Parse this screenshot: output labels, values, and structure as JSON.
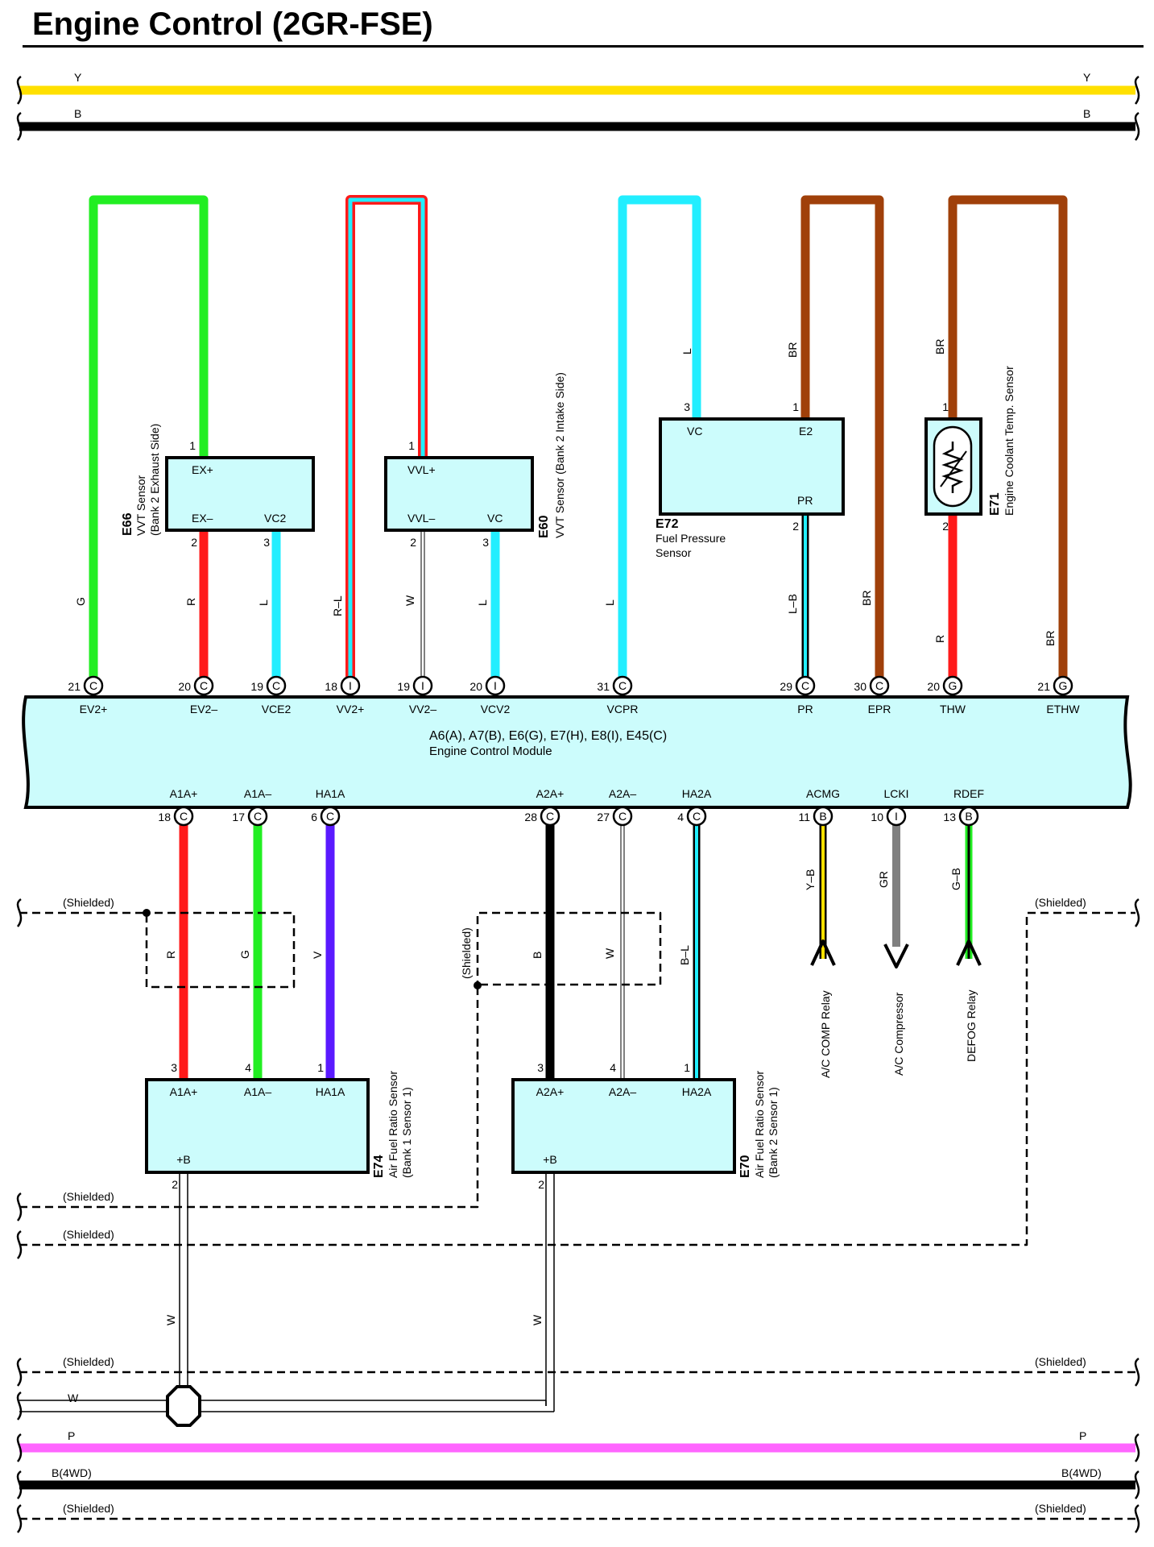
{
  "title": "Engine Control (2GR-FSE)",
  "colors": {
    "Y": "#ffe000",
    "B": "#000000",
    "G": "#22ee22",
    "R": "#ff1a1a",
    "L": "#22eeff",
    "W": "#ffffff",
    "BR": "#a0400a",
    "V": "#5a1aff",
    "GR": "#808080",
    "P": "#ff66ff",
    "box_fill": "#ccfcfc"
  },
  "buses": {
    "top_y": "Y",
    "top_b": "B",
    "bottom_p": "P",
    "bottom_b4wd": "B(4WD)",
    "shielded": "(Shielded)",
    "w": "W"
  },
  "ecm": {
    "name": "A6(A), A7(B), E6(G), E7(H), E8(I), E45(C)",
    "desc": "Engine Control Module",
    "top_pins": [
      {
        "num": "21",
        "conn": "C",
        "label": "EV2+",
        "wire": "G"
      },
      {
        "num": "20",
        "conn": "C",
        "label": "EV2–",
        "wire": "R"
      },
      {
        "num": "19",
        "conn": "C",
        "label": "VCE2",
        "wire": "L"
      },
      {
        "num": "18",
        "conn": "I",
        "label": "VV2+",
        "wire": "R–L"
      },
      {
        "num": "19",
        "conn": "I",
        "label": "VV2–",
        "wire": "W"
      },
      {
        "num": "20",
        "conn": "I",
        "label": "VCV2",
        "wire": "L"
      },
      {
        "num": "31",
        "conn": "C",
        "label": "VCPR",
        "wire": "L"
      },
      {
        "num": "29",
        "conn": "C",
        "label": "PR",
        "wire": "L–B"
      },
      {
        "num": "30",
        "conn": "C",
        "label": "EPR",
        "wire": "BR"
      },
      {
        "num": "20",
        "conn": "G",
        "label": "THW",
        "wire": "R"
      },
      {
        "num": "21",
        "conn": "G",
        "label": "ETHW",
        "wire": "BR"
      }
    ],
    "bottom_pins": [
      {
        "num": "18",
        "conn": "C",
        "label": "A1A+",
        "wire": "R"
      },
      {
        "num": "17",
        "conn": "C",
        "label": "A1A–",
        "wire": "G"
      },
      {
        "num": "6",
        "conn": "C",
        "label": "HA1A",
        "wire": "V"
      },
      {
        "num": "28",
        "conn": "C",
        "label": "A2A+",
        "wire": "B"
      },
      {
        "num": "27",
        "conn": "C",
        "label": "A2A–",
        "wire": "W"
      },
      {
        "num": "4",
        "conn": "C",
        "label": "HA2A",
        "wire": "B–L"
      },
      {
        "num": "11",
        "conn": "B",
        "label": "ACMG",
        "wire": "Y–B"
      },
      {
        "num": "10",
        "conn": "I",
        "label": "LCKI",
        "wire": "GR"
      },
      {
        "num": "13",
        "conn": "B",
        "label": "RDEF",
        "wire": "G–B"
      }
    ]
  },
  "components": {
    "e66": {
      "id": "E66",
      "name": "VVT Sensor",
      "sub": "(Bank 2 Exhaust Side)",
      "pins": [
        "EX+",
        "EX–",
        "VC2"
      ],
      "pin_nums": [
        "1",
        "2",
        "3"
      ],
      "wire_top": "G"
    },
    "e60": {
      "id": "E60",
      "name": "VVT Sensor (Bank 2 Intake Side)",
      "pins": [
        "VVL+",
        "VVL–",
        "VC"
      ],
      "pin_nums": [
        "1",
        "2",
        "3"
      ]
    },
    "e72": {
      "id": "E72",
      "name": "Fuel Pressure",
      "sub": "Sensor",
      "pins": [
        "VC",
        "E2",
        "PR"
      ],
      "pin_nums": [
        "3",
        "1",
        "2"
      ],
      "wire_vc": "L",
      "wire_e2": "BR"
    },
    "e71": {
      "id": "E71",
      "name": "Engine Coolant Temp.  Sensor",
      "pin_nums": [
        "1",
        "2"
      ],
      "wire_top": "BR"
    },
    "e74": {
      "id": "E74",
      "name": "Air Fuel Ratio Sensor",
      "sub": "(Bank 1 Sensor 1)",
      "pins": [
        "A1A+",
        "A1A–",
        "HA1A",
        "+B"
      ],
      "pin_nums": [
        "3",
        "4",
        "1",
        "2"
      ]
    },
    "e70": {
      "id": "E70",
      "name": "Air Fuel Ratio Sensor",
      "sub": "(Bank 2 Sensor 1)",
      "pins": [
        "A2A+",
        "A2A–",
        "HA2A",
        "+B"
      ],
      "pin_nums": [
        "3",
        "4",
        "1",
        "2"
      ]
    }
  },
  "relays": {
    "ac_comp": "A/C COMP Relay",
    "ac_compressor": "A/C Compressor",
    "defog": "DEFOG Relay"
  }
}
